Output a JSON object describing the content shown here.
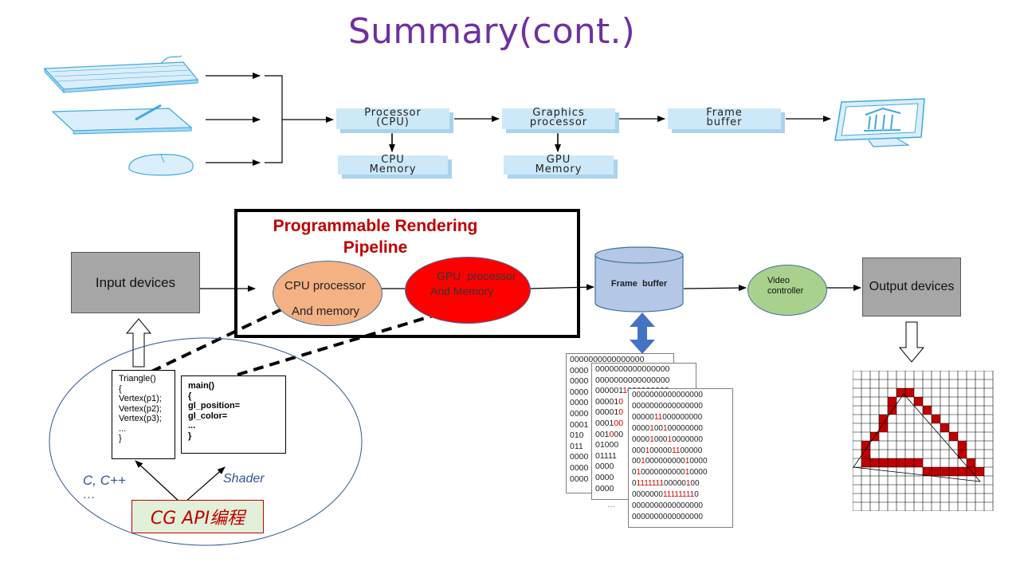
{
  "title": "Summary(cont.)",
  "top_diagram": {
    "processor_cpu": [
      "Processor",
      "(CPU)"
    ],
    "graphics_processor": [
      "Graphics",
      "processor"
    ],
    "frame_buffer": [
      "Frame",
      "buffer"
    ],
    "cpu_memory": [
      "CPU",
      "Memory"
    ],
    "gpu_memory": [
      "GPU",
      "Memory"
    ]
  },
  "pipeline": {
    "title_line1": "Programmable Rendering",
    "title_line2": "Pipeline",
    "cpu_line1": "CPU processor",
    "cpu_line2": "And memory",
    "gpu_line1": "GPU  processor",
    "gpu_line2": "And Memory"
  },
  "input_devices": "Input devices",
  "frame_buffer_label": "Frame  buffer",
  "video_controller": [
    "Video",
    "controller"
  ],
  "output_devices": "Output devices",
  "code_cpu": [
    "Triangle()",
    "{",
    "Vertex(p1);",
    "Vertex(p2);",
    "Vertex(p3);",
    "...",
    "}"
  ],
  "code_shader": [
    "main()",
    "{",
    "gl_position=",
    "gl_color=",
    "...",
    "}"
  ],
  "label_c": "C, C++",
  "label_c_dots": "…",
  "label_shader": "Shader",
  "api_label": "CG API编程",
  "binary_dots": "…",
  "colors": {
    "title": "#7030a0",
    "pipeline_title": "#c00000",
    "cpu_ellipse": "#f4b183",
    "gpu_ellipse": "#ff0000",
    "frame_buffer_cylinder": "#b4c7e7",
    "video_controller": "#a9d18e",
    "device_box": "#a6a6a6",
    "double_arrow": "#4472c4",
    "pixel_fill": "#c00000"
  }
}
